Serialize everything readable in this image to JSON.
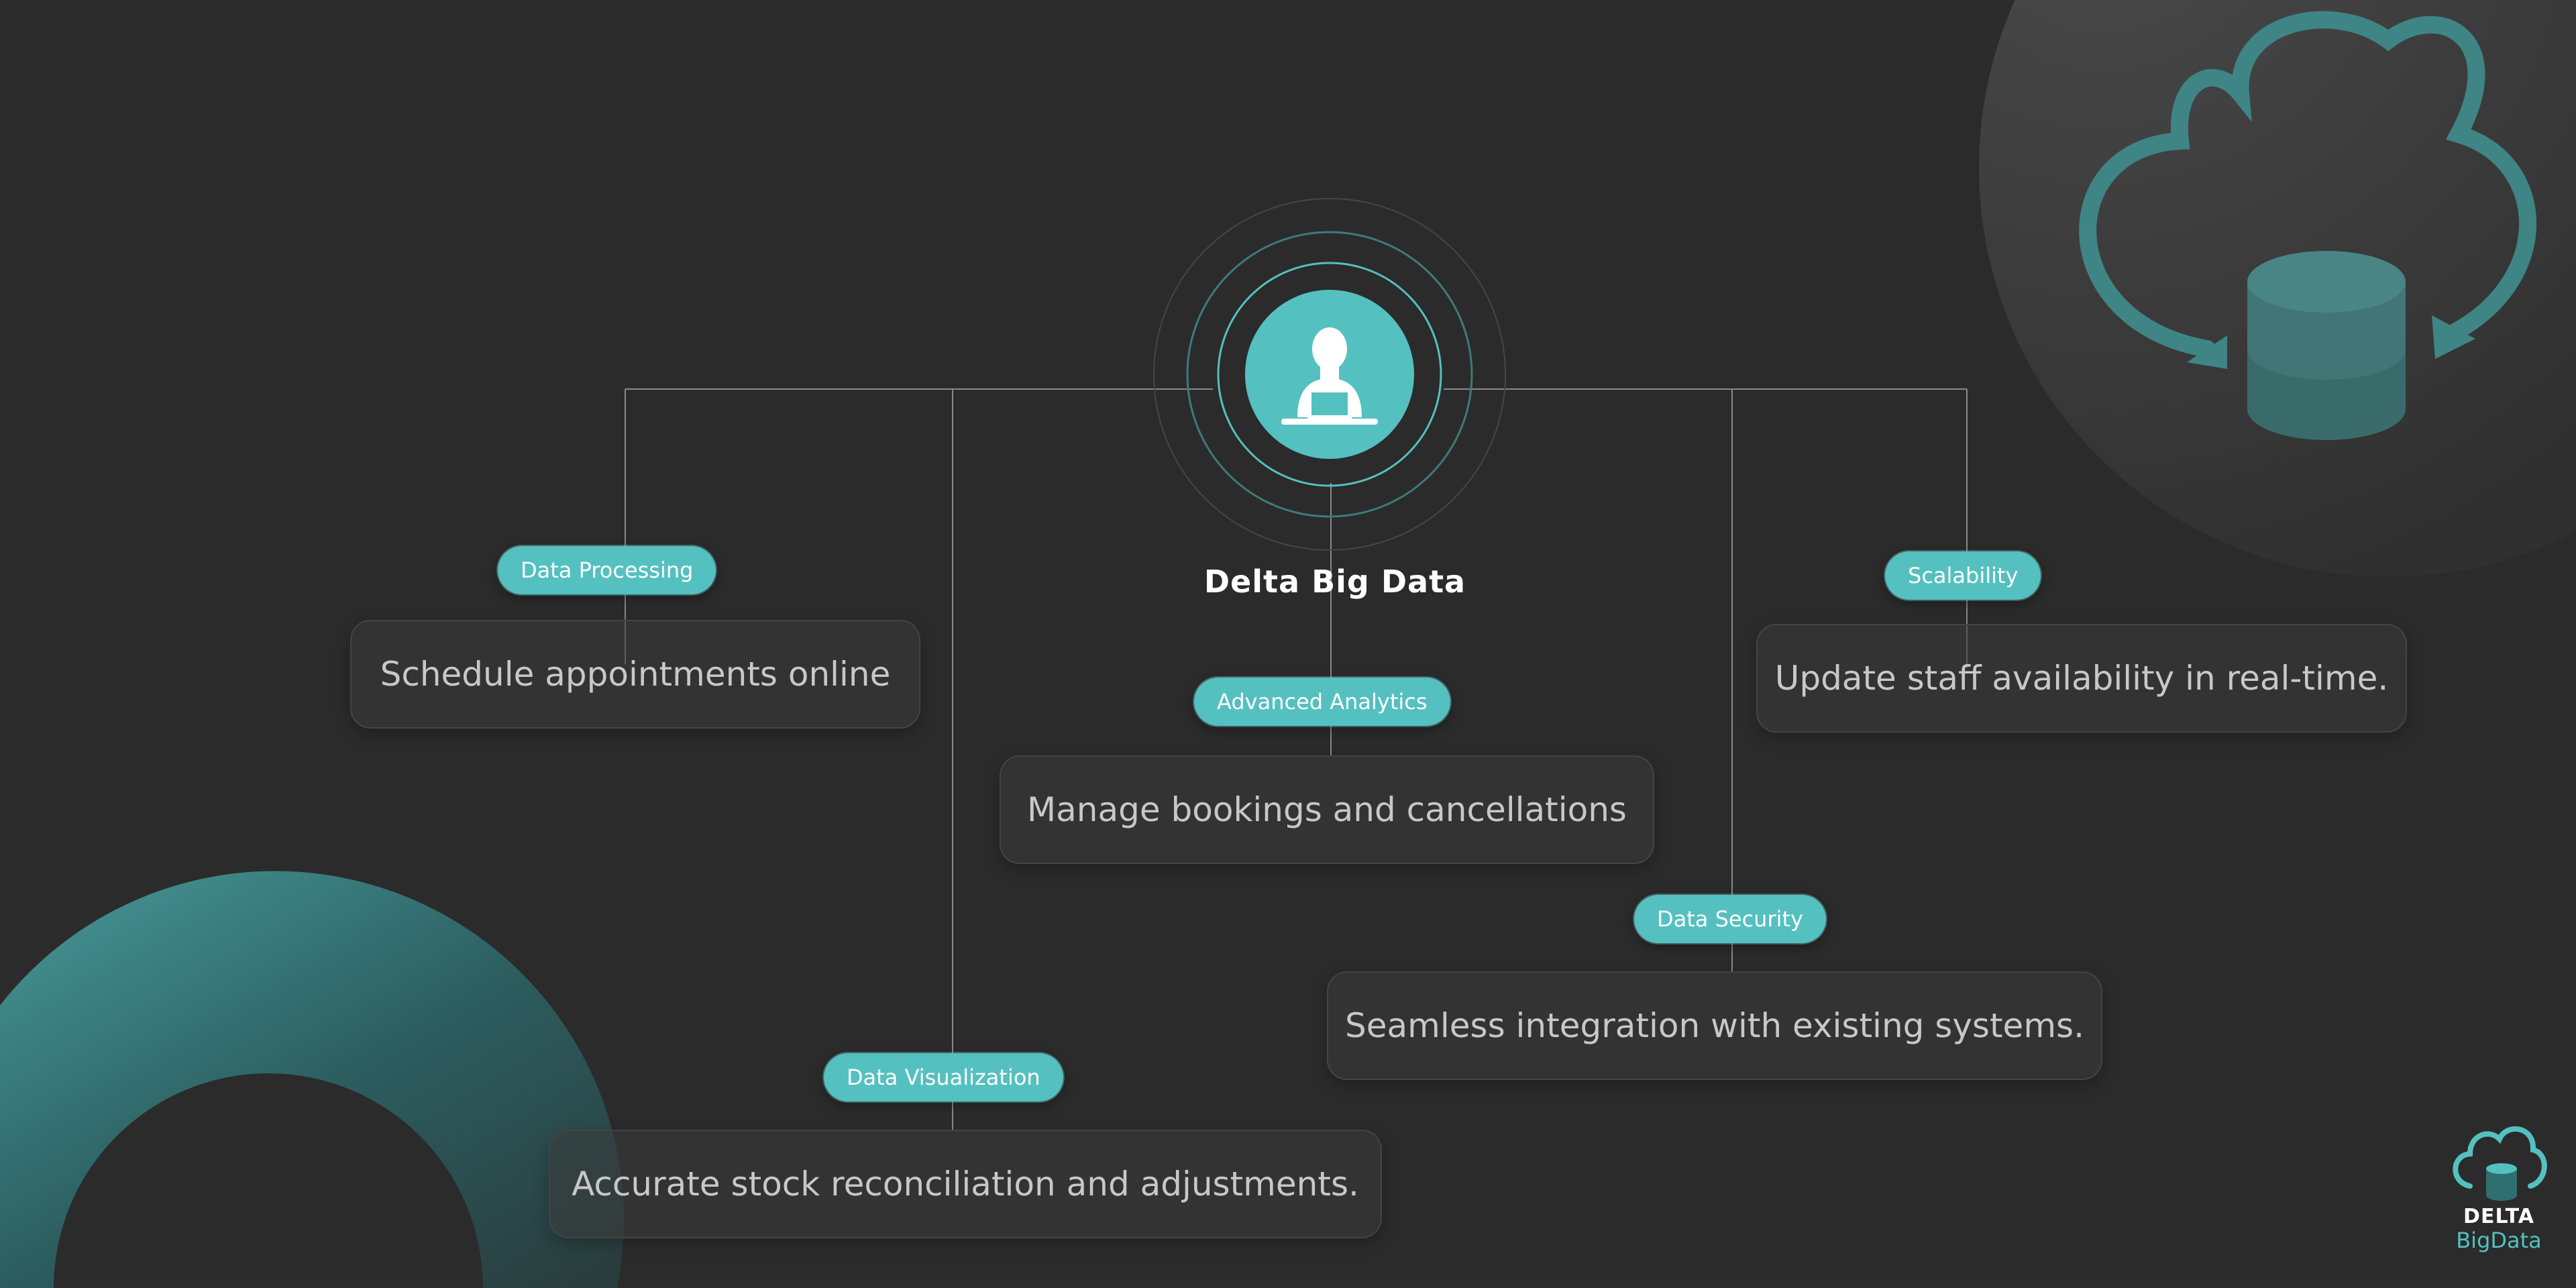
{
  "center": {
    "title": "Delta Big Data",
    "icon": "person-at-laptop-icon"
  },
  "branches": [
    {
      "tag": "Data Processing",
      "text": "Schedule appointments online"
    },
    {
      "tag": "Data Visualization",
      "text": "Accurate stock reconciliation and adjustments."
    },
    {
      "tag": "Advanced Analytics",
      "text": "Manage bookings and cancellations"
    },
    {
      "tag": "Data Security",
      "text": "Seamless integration with existing systems."
    },
    {
      "tag": "Scalability",
      "text": "Update staff availability in real-time."
    }
  ],
  "logo": {
    "line1": "DELTA",
    "line2": "BigData",
    "icon": "cloud-database-icon"
  },
  "decor": {
    "top_right_icon": "cloud-sync-database-icon",
    "bottom_left_shape": "teal-ring-decoration"
  },
  "colors": {
    "background": "#2b2b2b",
    "accent": "#55c0c0",
    "card_text": "#c8c8c8"
  }
}
